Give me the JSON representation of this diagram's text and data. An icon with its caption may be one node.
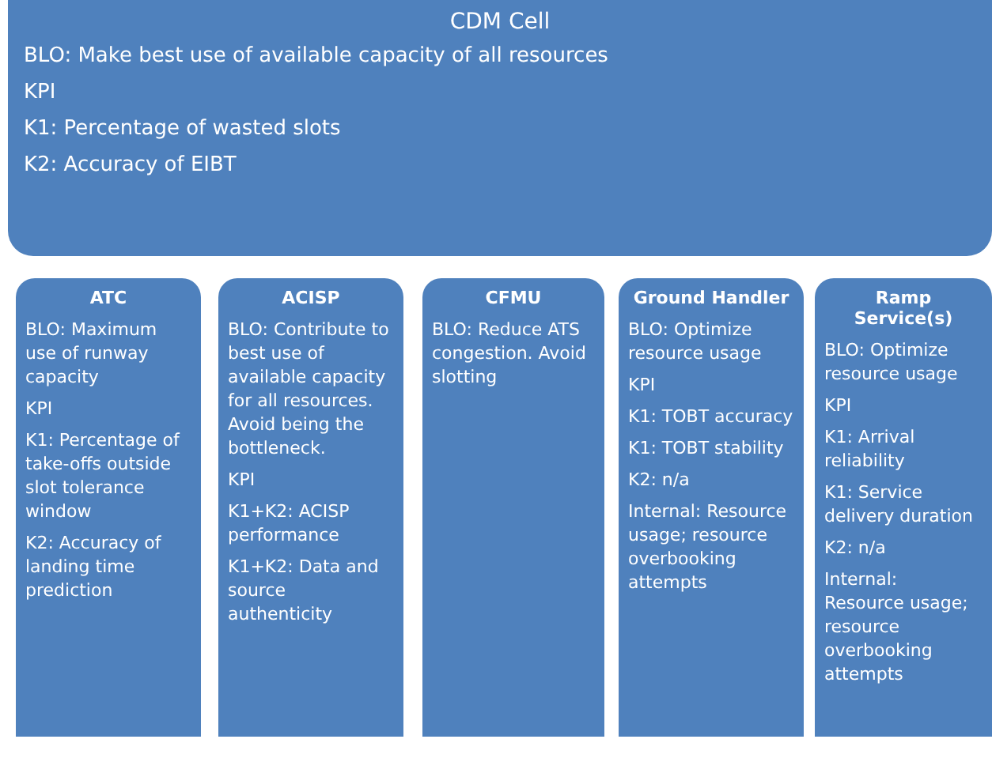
{
  "diagram": {
    "nodes": [
      {
        "text": [
          "CDM Cell",
          "BLO: Make best use of available capacity of all resources",
          "KPI",
          "K1: Percentage of wasted slots",
          "K2: Accuracy of EIBT"
        ]
      },
      {
        "text": [
          "ATC",
          "BLO: Maximum use of runway capacity",
          "KPI",
          "K1: Percentage of take-offs outside slot tolerance window",
          "K2: Accuracy of landing time prediction"
        ]
      },
      {
        "text": [
          "ACISP",
          "BLO: Contribute to best use of available capacity for all resources. Avoid being the bottleneck.",
          "KPI",
          "K1+K2: ACISP performance",
          "K1+K2: Data and source authenticity"
        ]
      },
      {
        "text": [
          "CFMU",
          "BLO: Reduce ATS congestion. Avoid slotting"
        ]
      },
      {
        "text": [
          "Ground Handler",
          "BLO: Optimize resource usage",
          "KPI",
          "K1: TOBT accuracy",
          "K1: TOBT stability",
          "K2: n/a",
          "Internal: Resource usage; resource overbooking attempts"
        ]
      },
      {
        "text": [
          "Ramp Service(s)",
          "BLO: Optimize resource usage",
          "KPI",
          "K1: Arrival reliability",
          "K1: Service delivery duration",
          "K2: n/a",
          "Internal: Resource usage; resource overbooking attempts"
        ]
      }
    ],
    "edges": []
  }
}
